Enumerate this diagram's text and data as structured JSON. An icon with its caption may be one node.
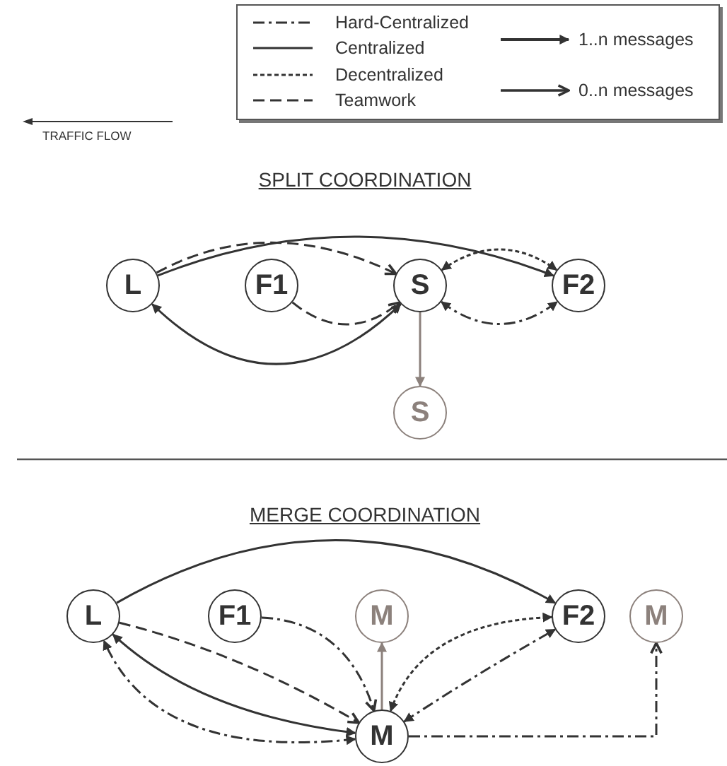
{
  "diagram": {
    "nodes": [
      {
        "text": [
          "L"
        ]
      },
      {
        "text": [
          "F1"
        ]
      },
      {
        "text": [
          "S"
        ]
      },
      {
        "text": [
          "F2"
        ]
      },
      {
        "text": [
          "S"
        ]
      },
      {
        "text": [
          "L"
        ]
      },
      {
        "text": [
          "F1"
        ]
      },
      {
        "text": [
          "M"
        ]
      },
      {
        "text": [
          "F2"
        ]
      },
      {
        "text": [
          "M"
        ]
      },
      {
        "text": [
          "M"
        ]
      }
    ],
    "edges": [
      {
        "from": 0,
        "to": 3,
        "arrow": "to"
      },
      {
        "from": 0,
        "to": 2,
        "arrow": "to",
        "style": "dashed"
      },
      {
        "from": 1,
        "to": 2,
        "arrow": "to",
        "style": "dashed"
      },
      {
        "from": 2,
        "to": 0,
        "arrow": "both"
      },
      {
        "from": 2,
        "to": 3,
        "arrow": "both",
        "style": "dashed"
      },
      {
        "from": 2,
        "to": 3,
        "arrow": "both",
        "style": "dashed"
      },
      {
        "from": 2,
        "to": 4,
        "arrow": "to",
        "color": "#8c817c"
      },
      {
        "from": 5,
        "to": 8,
        "arrow": "to"
      },
      {
        "from": 5,
        "to": 10,
        "arrow": "to",
        "style": "dashed"
      },
      {
        "from": 10,
        "to": 5,
        "arrow": "both"
      },
      {
        "from": 10,
        "to": 5,
        "arrow": "both",
        "style": "dashed"
      },
      {
        "from": 6,
        "to": 10,
        "arrow": "to",
        "style": "dashed"
      },
      {
        "from": 10,
        "to": 7,
        "arrow": "to",
        "color": "#8c817c"
      },
      {
        "from": 10,
        "to": 8,
        "arrow": "both",
        "style": "dashed"
      },
      {
        "from": 10,
        "to": 8,
        "arrow": "both",
        "style": "dashed"
      },
      {
        "from": 10,
        "to": 9,
        "arrow": "to",
        "style": "dashed"
      }
    ],
    "labels": [
      "TRAFFIC FLOW",
      "SPLIT COORDINATION",
      "MERGE COORDINATION"
    ],
    "legend": [
      {
        "text": "Hard-Centralized"
      },
      {
        "text": "Centralized"
      },
      {
        "text": "Decentralized"
      },
      {
        "text": "Teamwork"
      },
      {
        "text": "1..n messages"
      },
      {
        "text": "0..n messages"
      }
    ]
  }
}
